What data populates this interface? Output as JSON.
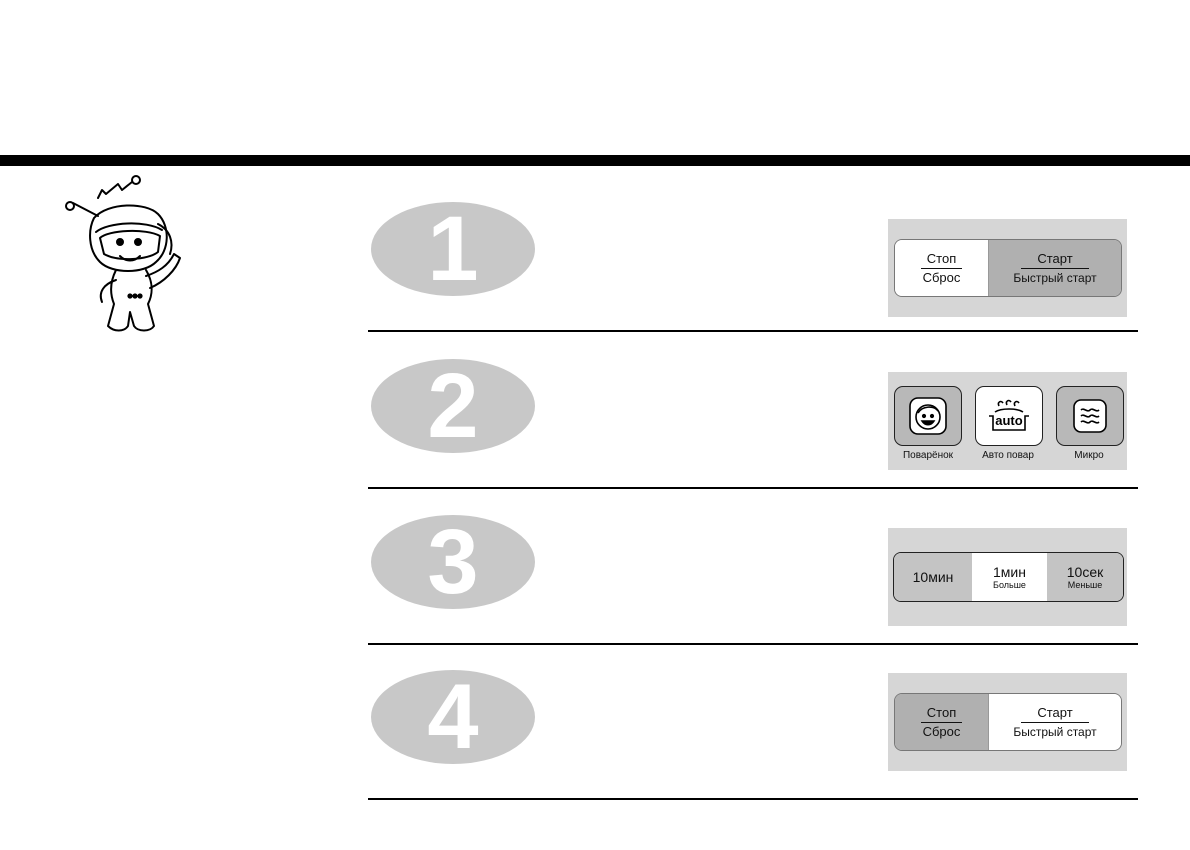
{
  "steps": [
    {
      "number": "1",
      "panel": "pair",
      "left": {
        "top": "Стоп",
        "bottom": "Сброс"
      },
      "right": {
        "top": "Старт",
        "bottom": "Быстрый старт"
      },
      "active": "left"
    },
    {
      "number": "2",
      "panel": "icons",
      "buttons": [
        {
          "label": "Поварёнок",
          "icon": "chef-face-icon"
        },
        {
          "label": "Авто повар",
          "icon": "auto-pot-icon",
          "icon_text": "auto"
        },
        {
          "label": "Микро",
          "icon": "microwave-waves-icon"
        }
      ]
    },
    {
      "number": "3",
      "panel": "time",
      "segments": [
        {
          "num": "10",
          "unit": "мин",
          "sub": ""
        },
        {
          "num": "1",
          "unit": "мин",
          "sub": "Больше"
        },
        {
          "num": "10",
          "unit": "сек",
          "sub": "Меньше"
        }
      ]
    },
    {
      "number": "4",
      "panel": "pair",
      "left": {
        "top": "Стоп",
        "bottom": "Сброс"
      },
      "right": {
        "top": "Старт",
        "bottom": "Быстрый старт"
      },
      "active": "right"
    }
  ],
  "colors": {
    "oval": "#c8c8c8",
    "panel": "#d6d6d6",
    "rule": "#000000"
  }
}
